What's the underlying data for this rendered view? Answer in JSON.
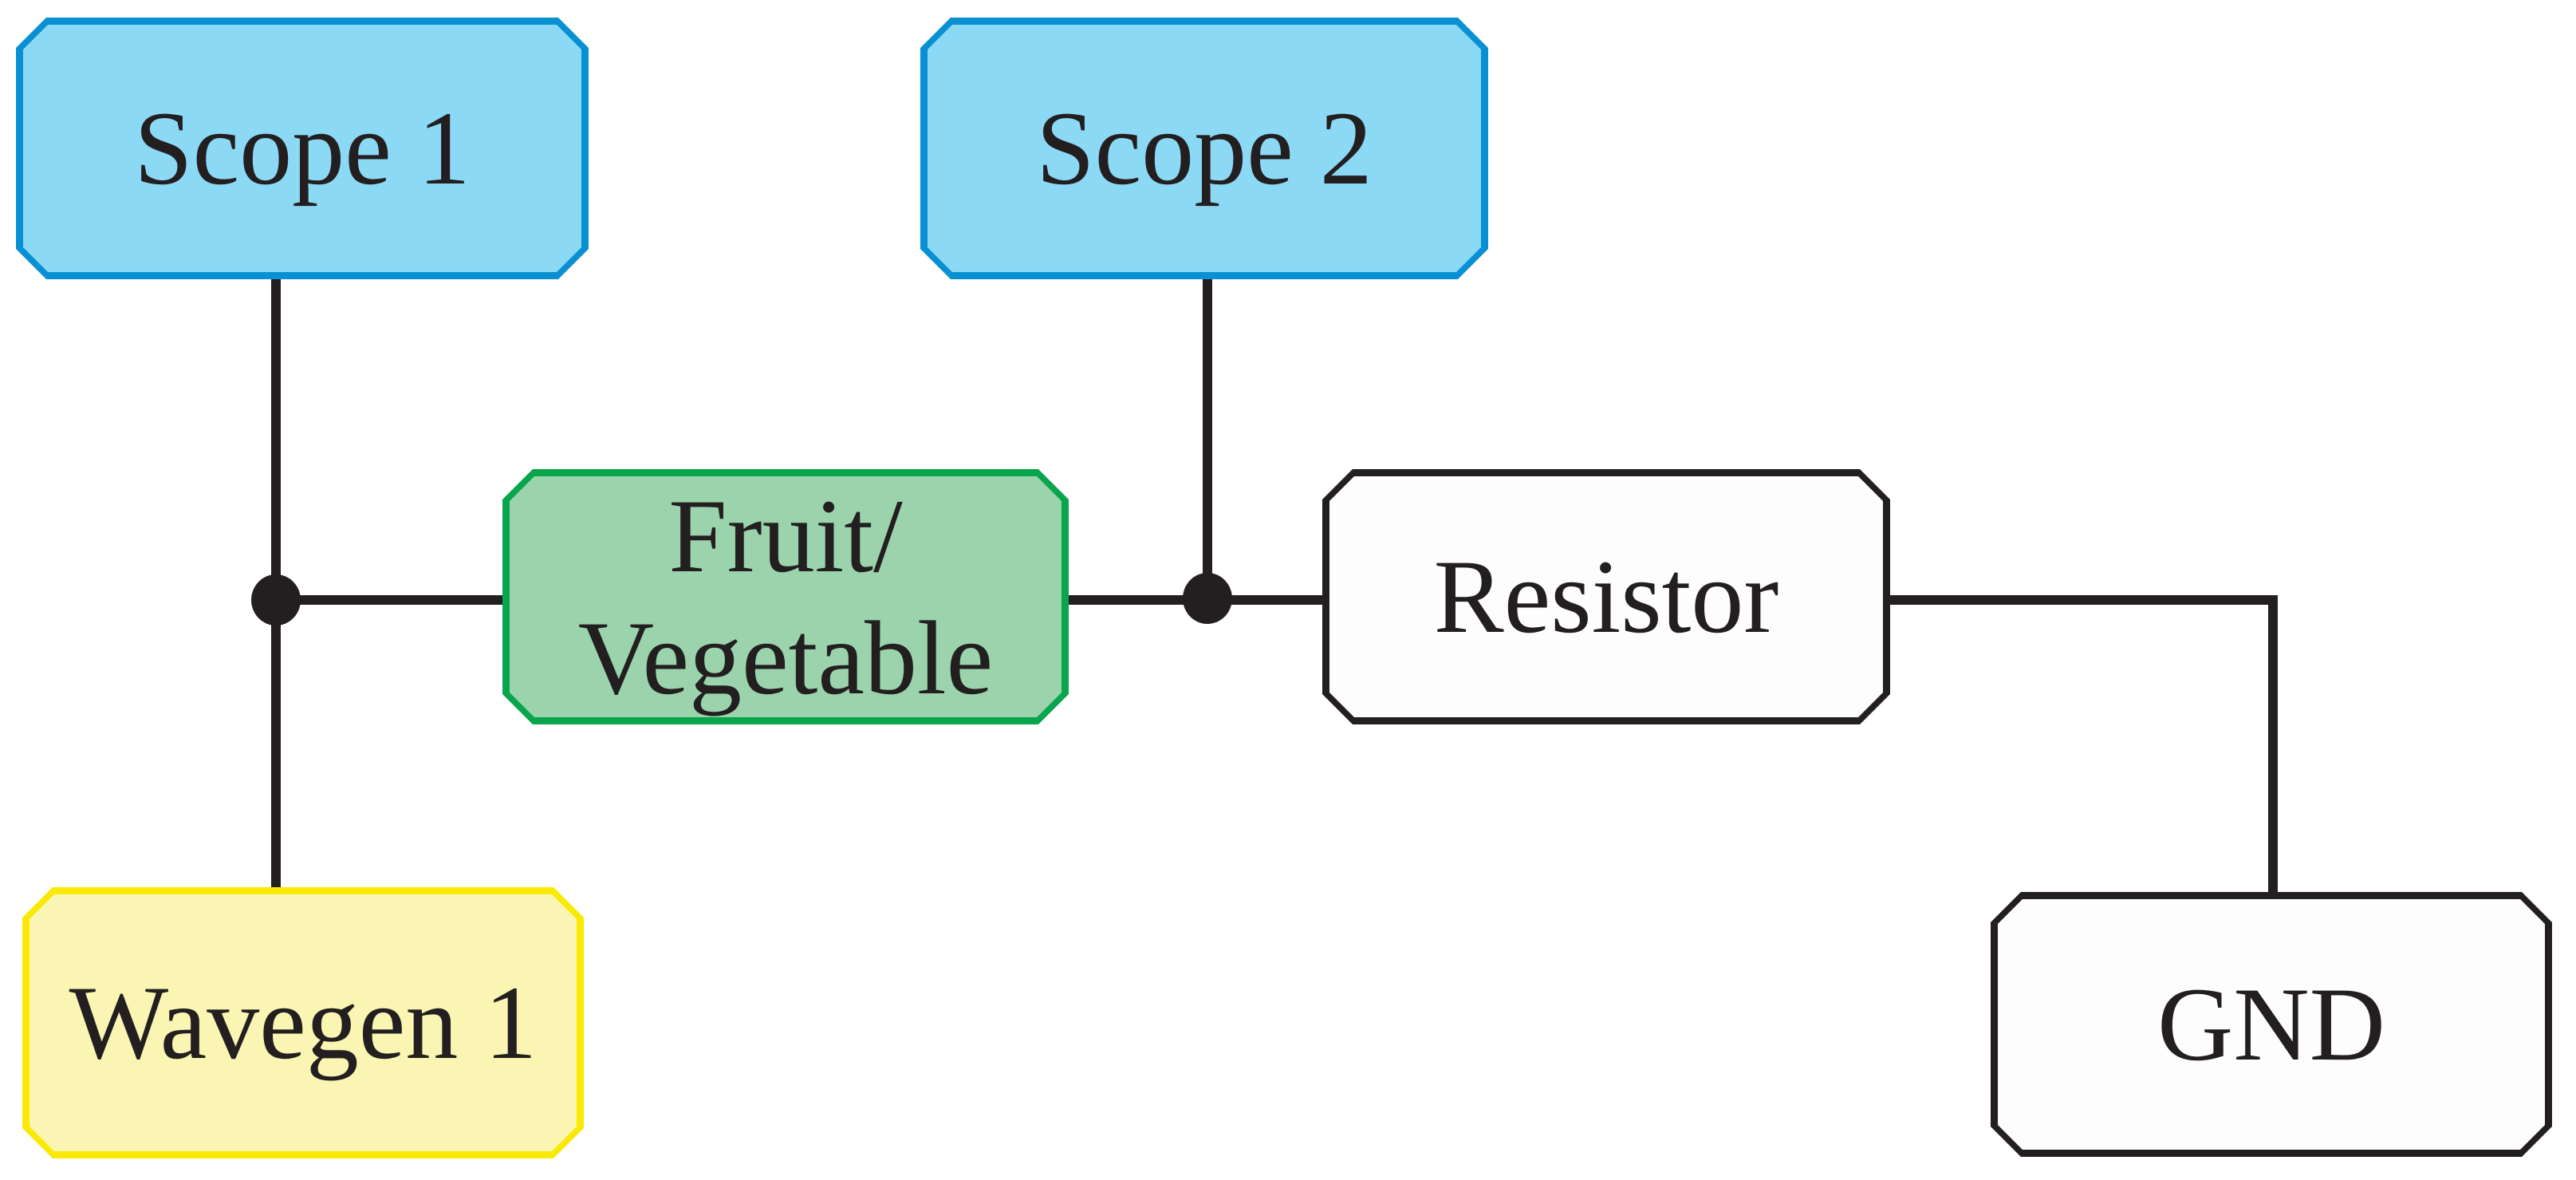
{
  "diagram": {
    "background_color": "#ffffff",
    "wire_color": "#231f20",
    "text_color": "#231f20",
    "nodes": {
      "scope1": {
        "label": "Scope 1",
        "fill": "#8bd9f5",
        "border": "#0890d2"
      },
      "scope2": {
        "label": "Scope 2",
        "fill": "#8bd9f5",
        "border": "#0890d2"
      },
      "fruit_vegetable": {
        "label": "Fruit/\nVegetable",
        "fill": "#9bd3ad",
        "border": "#08a54c"
      },
      "resistor": {
        "label": "Resistor",
        "fill": "#fdfdfd",
        "border": "#231f20"
      },
      "wavegen1": {
        "label": "Wavegen 1",
        "fill": "#faf5b2",
        "border": "#f9e905"
      },
      "gnd": {
        "label": "GND",
        "fill": "#fdfdfd",
        "border": "#231f20"
      }
    }
  }
}
